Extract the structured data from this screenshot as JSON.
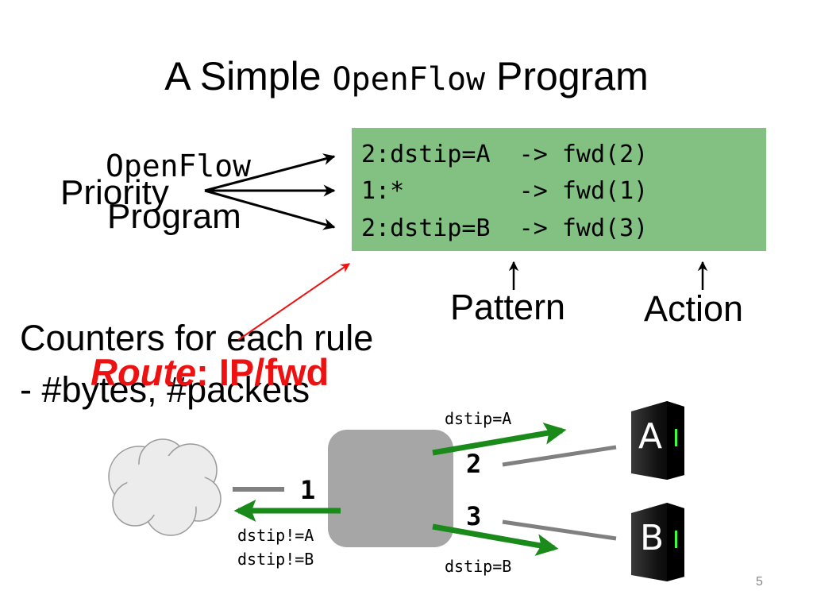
{
  "slide": {
    "title_prefix": "A Simple",
    "title_code": "OpenFlow",
    "title_suffix": "Program",
    "page_number": "5"
  },
  "left_labels": {
    "openflow": "OpenFlow",
    "priority": "Priority",
    "program": "Program"
  },
  "rules": [
    "2:dstip=A  -> fwd(2)",
    "1:*        -> fwd(1)",
    "2:dstip=B  -> fwd(3)"
  ],
  "labels": {
    "pattern": "Pattern",
    "action": "Action",
    "counters_line1": "Counters for each rule",
    "counters_line2": "- #bytes, #packets",
    "route_italic": "Route",
    "route_rest": ": IP/fwd"
  },
  "network": {
    "dst_a": "dstip=A",
    "dst_b": "dstip=B",
    "dst_not_a": "dstip!=A",
    "dst_not_b": "dstip!=B",
    "port_1": "1",
    "port_2": "2",
    "port_3": "3",
    "server_a": "A",
    "server_b": "B"
  },
  "colors": {
    "rule_box": "#82c182",
    "arrow_green": "#1a8a1a",
    "route_red": "#ee1111",
    "switch_gray": "#a6a6a6"
  }
}
